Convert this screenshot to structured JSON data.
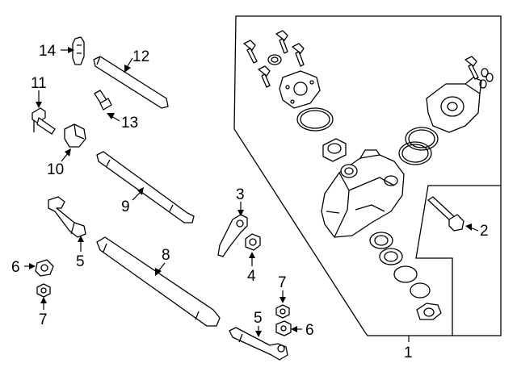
{
  "callouts": {
    "c1": "1",
    "c2": "2",
    "c3": "3",
    "c4": "4",
    "c5a": "5",
    "c5b": "5",
    "c6a": "6",
    "c6b": "6",
    "c7a": "7",
    "c7b": "7",
    "c8": "8",
    "c9": "9",
    "c10": "10",
    "c11": "11",
    "c12": "12",
    "c13": "13",
    "c14": "14"
  }
}
